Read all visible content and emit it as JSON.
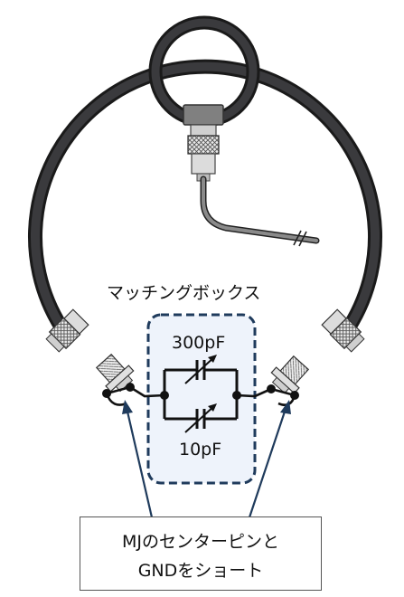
{
  "matching_box": {
    "title": "マッチングボックス",
    "capacitor_top": "300pF",
    "capacitor_bottom": "10pF",
    "fill_color": "#eef3fb",
    "border_color": "#1f3b5c"
  },
  "callout": {
    "line1": "MJのセンターピンと",
    "line2": "GNDをショート"
  },
  "colors": {
    "cable": "#2b2b2d",
    "connector": "#dcdcdc",
    "wire": "#111111",
    "feedline": "#7a7a7a"
  }
}
